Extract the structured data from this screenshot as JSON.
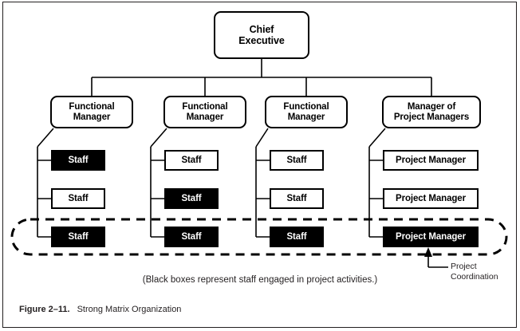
{
  "figure": {
    "number": "Figure 2–11.",
    "title": "Strong Matrix Organization"
  },
  "diagram": {
    "type": "org-chart",
    "root": {
      "label": "Chief\nExecutive",
      "line1": "Chief",
      "line2": "Executive",
      "shape": "rounded-rect",
      "fill": "#ffffff"
    },
    "columns": [
      {
        "id": "col1",
        "manager": {
          "line1": "Functional",
          "line2": "Manager",
          "shape": "rounded-rect",
          "fill": "#ffffff"
        },
        "reports": [
          {
            "label": "Staff",
            "fill": "#000000",
            "text_color": "#ffffff",
            "in_project": false
          },
          {
            "label": "Staff",
            "fill": "#ffffff",
            "text_color": "#000000",
            "in_project": false
          },
          {
            "label": "Staff",
            "fill": "#000000",
            "text_color": "#ffffff",
            "in_project": true
          }
        ]
      },
      {
        "id": "col2",
        "manager": {
          "line1": "Functional",
          "line2": "Manager",
          "shape": "rounded-rect",
          "fill": "#ffffff"
        },
        "reports": [
          {
            "label": "Staff",
            "fill": "#ffffff",
            "text_color": "#000000",
            "in_project": false
          },
          {
            "label": "Staff",
            "fill": "#000000",
            "text_color": "#ffffff",
            "in_project": false
          },
          {
            "label": "Staff",
            "fill": "#000000",
            "text_color": "#ffffff",
            "in_project": true
          }
        ]
      },
      {
        "id": "col3",
        "manager": {
          "line1": "Functional",
          "line2": "Manager",
          "shape": "rounded-rect",
          "fill": "#ffffff"
        },
        "reports": [
          {
            "label": "Staff",
            "fill": "#ffffff",
            "text_color": "#000000",
            "in_project": false
          },
          {
            "label": "Staff",
            "fill": "#ffffff",
            "text_color": "#000000",
            "in_project": false
          },
          {
            "label": "Staff",
            "fill": "#000000",
            "text_color": "#ffffff",
            "in_project": true
          }
        ]
      },
      {
        "id": "col4",
        "manager": {
          "line1": "Manager of",
          "line2": "Project Managers",
          "shape": "rounded-rect",
          "fill": "#ffffff"
        },
        "reports": [
          {
            "label": "Project Manager",
            "fill": "#ffffff",
            "text_color": "#000000",
            "in_project": false
          },
          {
            "label": "Project Manager",
            "fill": "#ffffff",
            "text_color": "#000000",
            "in_project": false
          },
          {
            "label": "Project Manager",
            "fill": "#000000",
            "text_color": "#ffffff",
            "in_project": true
          }
        ]
      }
    ],
    "annotations": {
      "project_coordination": {
        "line1": "Project",
        "line2": "Coordination",
        "marker": "dashed-ellipse",
        "arrow": "up-arrow"
      },
      "legend_note": "(Black boxes represent staff engaged in project activities.)"
    },
    "colors": {
      "line": "#000000",
      "black_box": "#000000",
      "white_box": "#ffffff",
      "text": "#231f20",
      "frame": "#231f20"
    }
  }
}
